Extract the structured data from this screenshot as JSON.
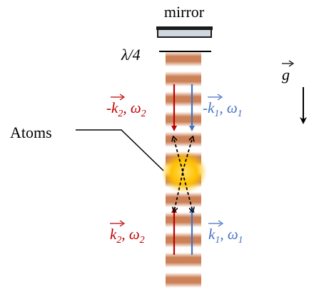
{
  "labels": {
    "mirror": "mirror",
    "quarter_wave": "λ/4",
    "atoms": "Atoms",
    "gravity": "g"
  },
  "beams": {
    "down_red": {
      "sign": "-",
      "k": "k",
      "k_sub": "2",
      "omega": "ω",
      "omega_sub": "2"
    },
    "down_blue": {
      "sign": "-",
      "k": "k",
      "k_sub": "1",
      "omega": "ω",
      "omega_sub": "1"
    },
    "up_red": {
      "sign": "",
      "k": "k",
      "k_sub": "2",
      "omega": "ω",
      "omega_sub": "2"
    },
    "up_blue": {
      "sign": "",
      "k": "k",
      "k_sub": "1",
      "omega": "ω",
      "omega_sub": "1"
    }
  },
  "colors": {
    "red_beam": "#c00000",
    "blue_beam": "#4472c4",
    "fringe": "#c97a4e",
    "atom_cloud": "#ffc000",
    "mirror_glass": "#d0d7e0",
    "mirror_frame": "#1a1a1a",
    "ink": "#000000"
  }
}
